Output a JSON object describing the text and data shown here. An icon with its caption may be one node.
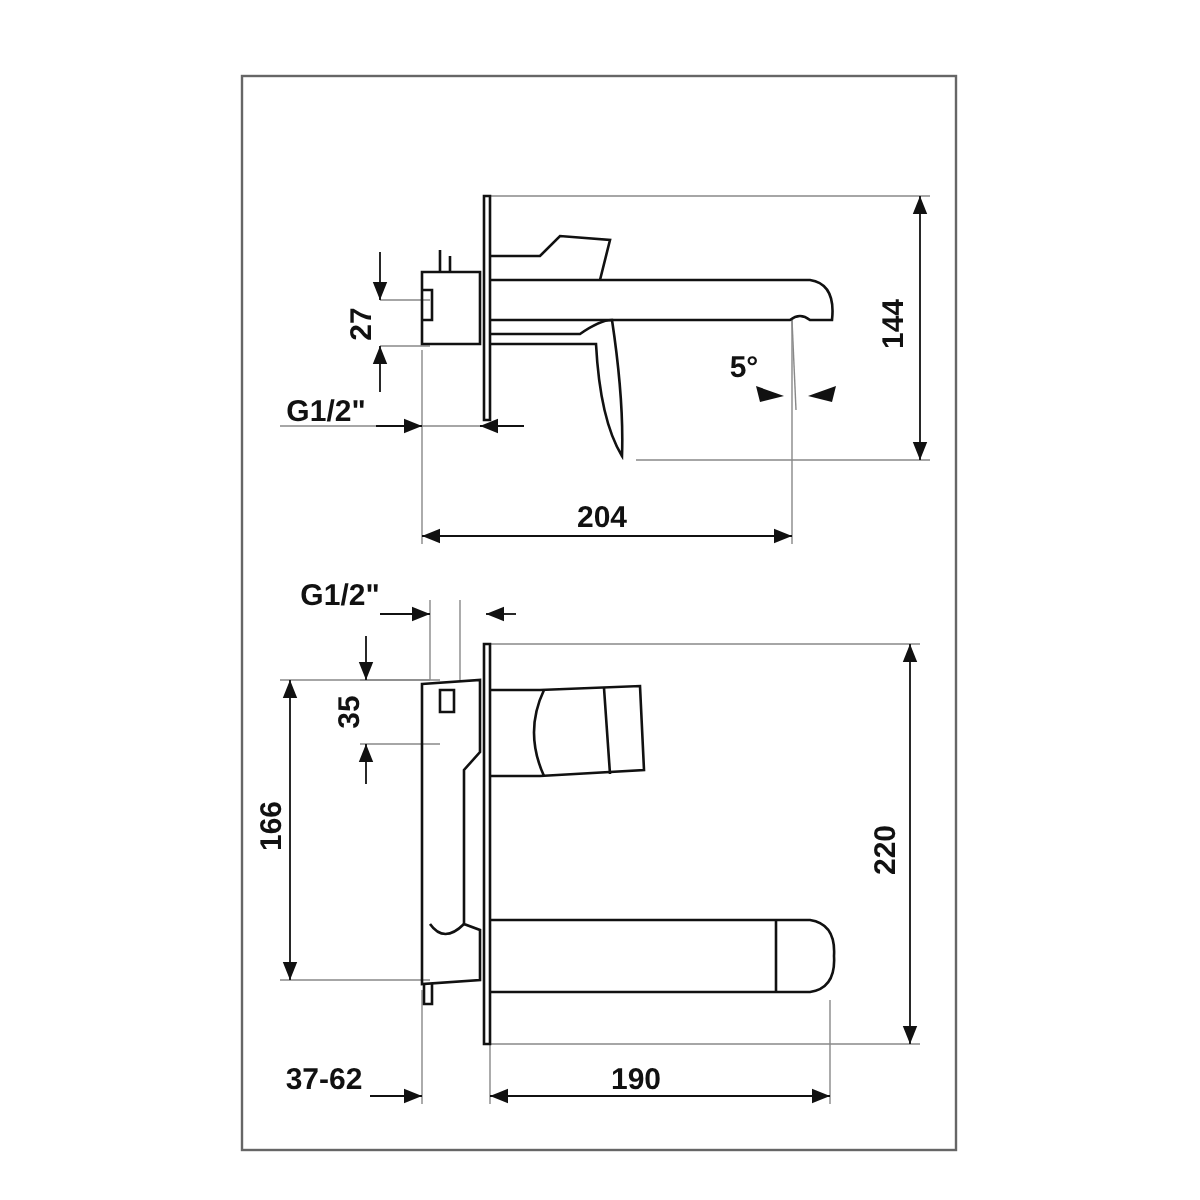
{
  "diagram": {
    "labels": [
      "144",
      "27",
      "5°",
      "G1/2\"",
      "204",
      "G1/2\"",
      "35",
      "166",
      "220",
      "37-62",
      "190"
    ]
  }
}
